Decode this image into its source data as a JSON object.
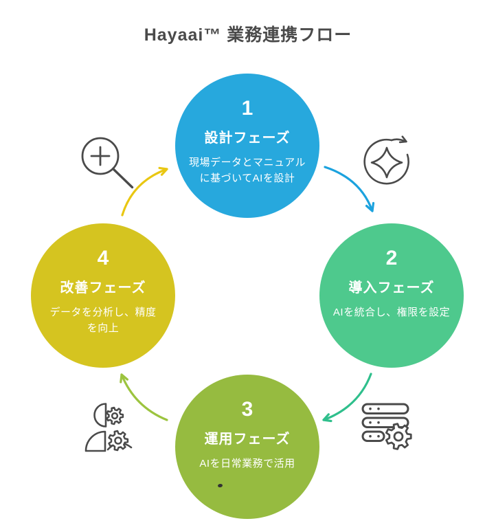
{
  "diagram": {
    "title": "Hayaai™ 業務連携フロー"
  },
  "colors": {
    "background": "#FFFFFF",
    "title": "#4A4A4A",
    "icon": "#4A4A4A",
    "dot": "#333333"
  },
  "phases": [
    {
      "number": "1",
      "title": "設計フェーズ",
      "description": "現場データとマニュアル\nに基づいてAIを設計",
      "color": "#27A8DD"
    },
    {
      "number": "2",
      "title": "導入フェーズ",
      "description": "AIを統合し、権限を設定",
      "color": "#4EC98D"
    },
    {
      "number": "3",
      "title": "運用フェーズ",
      "description": "AIを日常業務で活用",
      "color": "#96BB40"
    },
    {
      "number": "4",
      "title": "改善フェーズ",
      "description": "データを分析し、精度\nを向上",
      "color": "#D5C420"
    }
  ],
  "arrows": [
    {
      "name": "phase1-to-phase2",
      "color": "#1BA2DE"
    },
    {
      "name": "phase2-to-phase3",
      "color": "#2FBF8C"
    },
    {
      "name": "phase3-to-phase4",
      "color": "#9CC43F"
    },
    {
      "name": "phase4-to-phase1",
      "color": "#E9C712"
    }
  ],
  "icons": {
    "top_left": "zoom-in-icon",
    "top_right": "refresh-sparkle-icon",
    "bottom_right": "database-gear-icon",
    "bottom_left": "person-gears-icon"
  }
}
